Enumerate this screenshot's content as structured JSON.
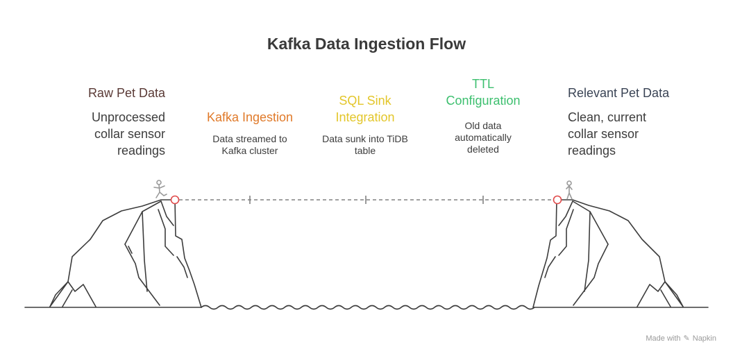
{
  "title": "Kafka Data Ingestion Flow",
  "left": {
    "title": "Raw Pet Data",
    "description_lines": [
      "Unprocessed",
      "collar sensor",
      "readings"
    ],
    "color": "#5a3a36"
  },
  "right": {
    "title": "Relevant Pet Data",
    "description_lines": [
      "Clean, current",
      "collar sensor",
      "readings"
    ],
    "color": "#3a4455"
  },
  "steps": [
    {
      "title_lines": [
        "Kafka Ingestion"
      ],
      "description_lines": [
        "Data streamed to",
        "Kafka cluster"
      ],
      "color": "#e07a2a"
    },
    {
      "title_lines": [
        "SQL Sink",
        "Integration"
      ],
      "description_lines": [
        "Data sunk into TiDB",
        "table"
      ],
      "color": "#e3c62a"
    },
    {
      "title_lines": [
        "TTL",
        "Configuration"
      ],
      "description_lines": [
        "Old data",
        "automatically",
        "deleted"
      ],
      "color": "#3cbf6e"
    }
  ],
  "colors": {
    "line": "#808080",
    "endpoint": "#e04a4a"
  },
  "footer": {
    "made_with": "Made with",
    "brand": "Napkin"
  }
}
